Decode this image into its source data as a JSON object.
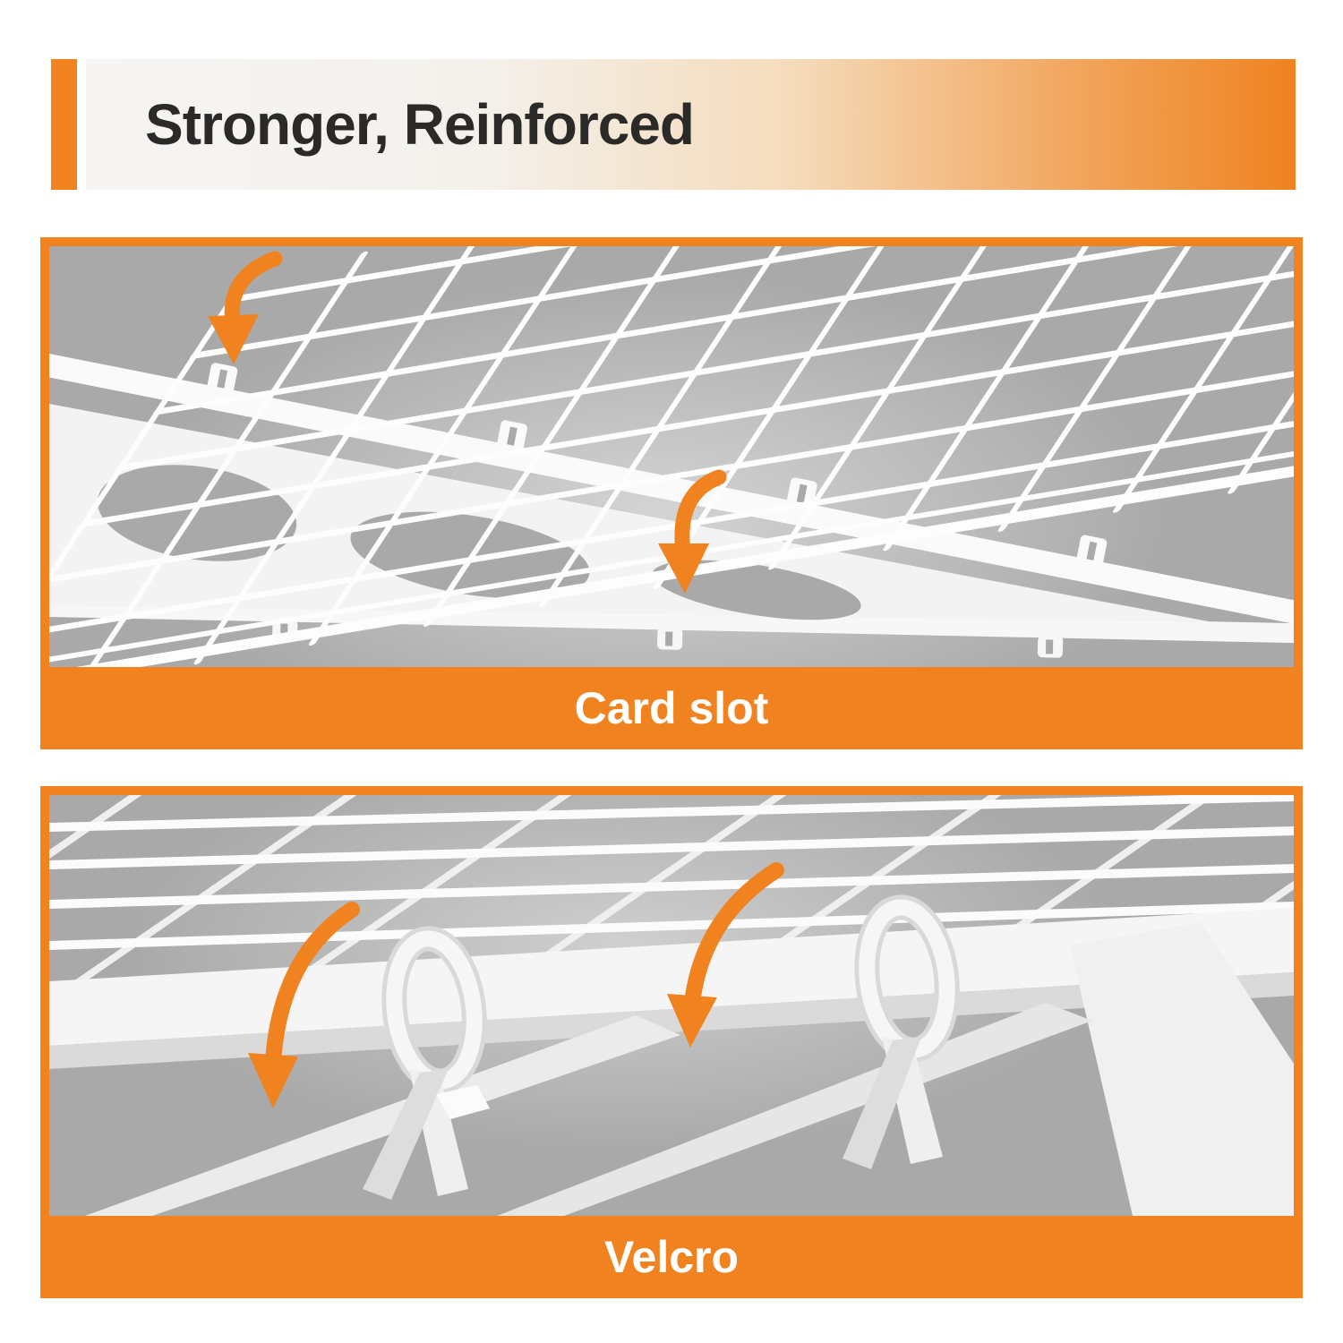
{
  "header": {
    "title": "Stronger, Reinforced"
  },
  "panels": [
    {
      "id": "card-slot",
      "caption": "Card slot"
    },
    {
      "id": "velcro",
      "caption": "Velcro"
    }
  ],
  "icons": [
    {
      "name": "curved-arrow-icon",
      "meaning": "orange arrow pointing at fastening feature"
    }
  ],
  "colors": {
    "accent_orange": "#F0821F",
    "panel_background_gray": "#A9A9A9",
    "title_text": "#2B2A29",
    "caption_text": "#FFFFFF",
    "render_white": "#F5F5F5"
  }
}
